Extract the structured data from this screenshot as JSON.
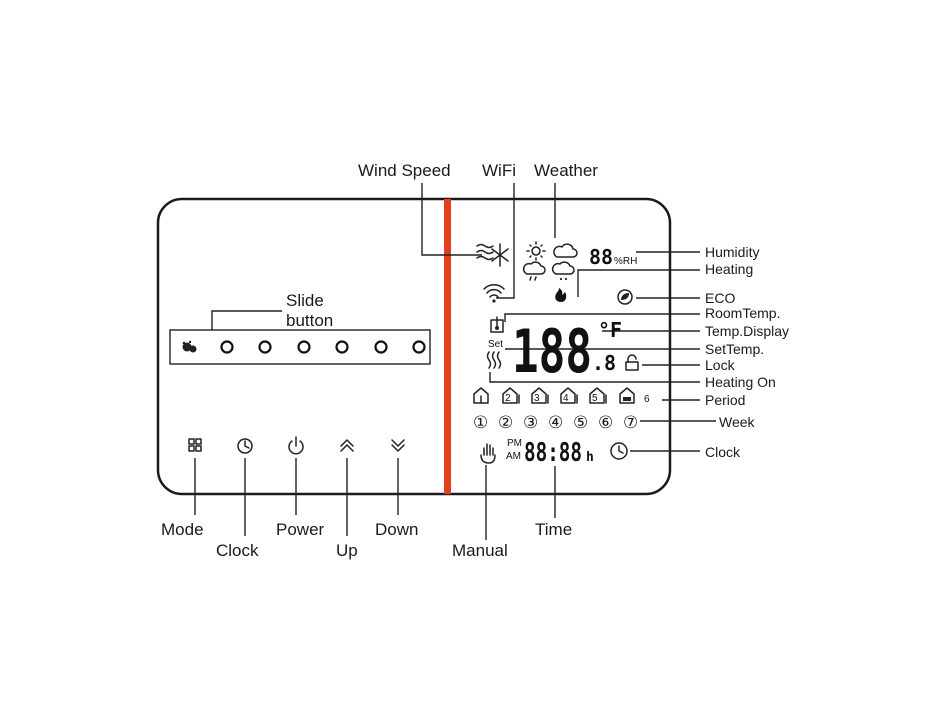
{
  "callouts": {
    "wind_speed": "Wind Speed",
    "wifi": "WiFi",
    "weather": "Weather",
    "humidity": "Humidity",
    "heating": "Heating",
    "eco": "ECO",
    "room_temp": "RoomTemp.",
    "temp_display": "Temp.Display",
    "set_temp": "SetTemp.",
    "lock": "Lock",
    "heating_on": "Heating On",
    "period": "Period",
    "week": "Week",
    "clock_right": "Clock",
    "slide_line1": "Slide",
    "slide_line2": "button",
    "mode": "Mode",
    "clock_left": "Clock",
    "power": "Power",
    "up": "Up",
    "down": "Down",
    "manual": "Manual",
    "time": "Time"
  },
  "display": {
    "humidity_digits": "88",
    "humidity_unit": "%RH",
    "temp_digits": "188",
    "temp_decimal": ".8",
    "temp_unit": "°F",
    "set_label": "Set",
    "pm": "PM",
    "am": "AM",
    "time_digits": "88:88",
    "time_unit": "h",
    "week_days": [
      "①",
      "②",
      "③",
      "④",
      "⑤",
      "⑥",
      "⑦"
    ],
    "period_numbers": [
      "1",
      "2",
      "3",
      "4",
      "5",
      "6"
    ]
  },
  "colors": {
    "divider": "#e0401b",
    "frame": "#1a1a1a"
  },
  "icons": {
    "wind": "wind-speed-icon",
    "wifi": "wifi-icon",
    "sun": "sun-icon",
    "cloud": "cloud-icon",
    "rain": "rain-icon",
    "snow": "snow-icon",
    "flame": "flame-icon",
    "eco": "eco-icon",
    "thermometer": "thermometer-icon",
    "lock": "lock-icon",
    "heat_waves": "heating-on-icon",
    "clock": "clock-icon",
    "manual": "manual-hand-icon",
    "mode": "mode-grid-icon",
    "power": "power-icon",
    "up": "up-chevron-icon",
    "down": "down-chevron-icon"
  }
}
